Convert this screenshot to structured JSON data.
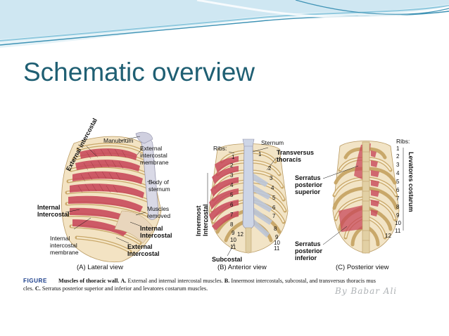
{
  "slide": {
    "title": "Schematic overview"
  },
  "colors": {
    "title": "#1f5f73",
    "wave_light": "#cfe7f2",
    "wave_mid": "#8ec8de",
    "wave_dark": "#3f93b5",
    "muscle": "#c8485a",
    "bone": "#f2dfb4",
    "caption_label": "#1c3f8c"
  },
  "figure": {
    "panel_a": {
      "caption": "(A) Lateral view",
      "labels": {
        "external_intercostal": "External intercostal",
        "manubrium": "Manubrium",
        "external_intercostal_membrane": "External intercostal membrane",
        "body_of_sternum": "Body of sternum",
        "internal_intercostal": "Internal Intercostal",
        "muscles_removed": "Muscles removed",
        "internal_intercostal_2": "Internal Intercostal",
        "internal_intercostal_membrane": "Internal intercostal membrane",
        "external_intercostal_2": "External Intercostal"
      }
    },
    "panel_b": {
      "caption": "(B) Anterior view",
      "labels": {
        "ribs": "Ribs:",
        "sternum": "Sternum",
        "transversus_thoracis": "Transversus thoracis",
        "innermost_intercostal": "Innermost Intercostal",
        "subcostal": "Subcostal"
      },
      "rib_numbers_left": [
        "1",
        "2",
        "3",
        "4",
        "5",
        "6",
        "7",
        "8",
        "9",
        "10",
        "11",
        "12"
      ],
      "rib_numbers_right": [
        "1",
        "2",
        "3",
        "4",
        "5",
        "6",
        "7",
        "8",
        "9",
        "10",
        "11"
      ]
    },
    "panel_c": {
      "caption": "(C) Posterior view",
      "labels": {
        "ribs": "Ribs:",
        "serratus_posterior_superior": "Serratus posterior superior",
        "serratus_posterior_inferior": "Serratus posterior inferior",
        "levatores_costarum": "Levatores costarum"
      },
      "rib_numbers": [
        "1",
        "2",
        "3",
        "4",
        "5",
        "6",
        "7",
        "8",
        "9",
        "10",
        "11",
        "12"
      ]
    },
    "caption": {
      "label": "FIGURE",
      "head": "Muscles of thoracic wall.",
      "a_key": "A.",
      "a_text": "External and internal intercostal muscles.",
      "b_key": "B.",
      "b_text": "Innermost intercostals, subcostal, and transversus thoracis mus",
      "b_text_cont": "cles.",
      "c_key": "C.",
      "c_text": "Serratus posterior superior and inferior and levatores costarum muscles."
    },
    "watermark": "By Babar Ali"
  }
}
